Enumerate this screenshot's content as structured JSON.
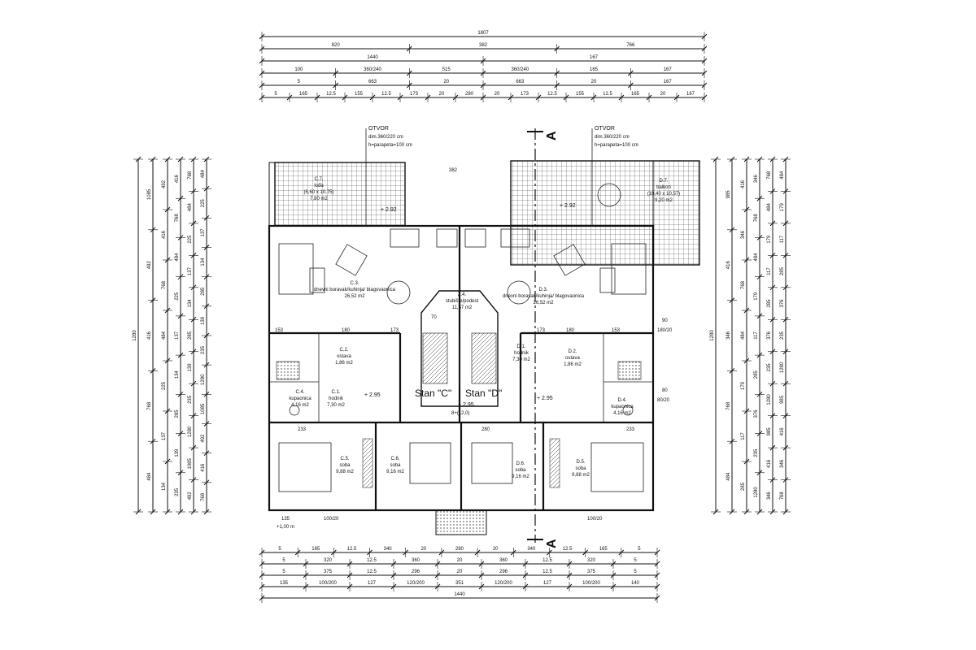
{
  "dimension_rows": {
    "top": [
      [
        "1807"
      ],
      [
        "820",
        "382",
        "766"
      ],
      [
        "1440",
        "167"
      ],
      [
        "100",
        "360/240",
        "515",
        "360/240",
        "165",
        "167"
      ],
      [
        "5",
        "663",
        "20",
        "663",
        "20",
        "167"
      ],
      [
        "5",
        "165",
        "12.5",
        "155",
        "12.5",
        "173",
        "20",
        "280",
        "20",
        "173",
        "12.5",
        "155",
        "12.5",
        "165",
        "20",
        "167"
      ]
    ],
    "bottom": [
      [
        "5",
        "165",
        "12.5",
        "340",
        "20",
        "280",
        "20",
        "340",
        "12.5",
        "165",
        "5"
      ],
      [
        "5",
        "320",
        "12.5",
        "360",
        "20",
        "360",
        "12.5",
        "320",
        "5"
      ],
      [
        "5",
        "375",
        "12.5",
        "296",
        "20",
        "296",
        "12.5",
        "375",
        "5"
      ],
      [
        "135",
        "100/200",
        "127",
        "120/200",
        "351",
        "120/200",
        "127",
        "100/200",
        "140"
      ],
      [
        "1440"
      ]
    ],
    "left": [
      "1280",
      "1085",
      "492",
      "416",
      "768",
      "484",
      "225",
      "137",
      "134",
      "285",
      "139",
      "235"
    ],
    "right": [
      "1280",
      "985",
      "416",
      "346",
      "768",
      "484",
      "179",
      "117",
      "285",
      "376",
      "235"
    ]
  },
  "openings": [
    {
      "title": "OTVOR",
      "dims": "dim.360/220 cm",
      "parapet": "h=parapeta=100 cm"
    },
    {
      "title": "OTVOR",
      "dims": "dim.360/220 cm",
      "parapet": "h=parapeta=100 cm"
    }
  ],
  "section_marker": "A",
  "apartments": [
    {
      "label": "Stan \"C\""
    },
    {
      "label": "Stan \"D\""
    }
  ],
  "rooms": [
    {
      "code": "C.7.",
      "name": "lođa",
      "area": "7,80 m2",
      "extra": "(6,60 x 10,75)"
    },
    {
      "code": "C.3.",
      "name": "dnevni boravak/kuhinja/ blagovaonica",
      "area": "26,52 m2"
    },
    {
      "code": "C.2.",
      "name": "ostava",
      "area": "1,86 m2"
    },
    {
      "code": "C.1.",
      "name": "hodnik",
      "area": "7,30 m2"
    },
    {
      "code": "C.4.",
      "name": "kupaonica",
      "area": "4,16 m2"
    },
    {
      "code": "C.5.",
      "name": "soba",
      "area": "9,88 m2"
    },
    {
      "code": "C.6.",
      "name": "soba",
      "area": "9,16 m2"
    },
    {
      "code": "Z.4.",
      "name": "stubište/podest",
      "area": "11,57 m2"
    },
    {
      "code": "D.7.",
      "name": "balkon",
      "area": "9,20 m2",
      "extra": "(10,40 x 10,57)"
    },
    {
      "code": "D.3.",
      "name": "dnevni boravak/kuhinja/ blagovaonica",
      "area": "26,52 m2"
    },
    {
      "code": "D.1.",
      "name": "hodnik",
      "area": "7,30 m2"
    },
    {
      "code": "D.2.",
      "name": "ostava",
      "area": "1,86 m2"
    },
    {
      "code": "D.4.",
      "name": "kupaonica",
      "area": "4,16 m2"
    },
    {
      "code": "D.5.",
      "name": "soba",
      "area": "9,88 m2"
    },
    {
      "code": "D.6.",
      "name": "soba",
      "area": "9,16 m2"
    }
  ],
  "levels": [
    "+ 2.92",
    "+ 2.92",
    "+ 2.95",
    "+ 2.95",
    "+ 2.95"
  ],
  "stair_label": "8+(12,0)",
  "inner_dims": [
    "382",
    "153",
    "180",
    "173",
    "153",
    "180",
    "173",
    "233",
    "233",
    "280",
    "135",
    "+1,00 m",
    "100/20",
    "100/20",
    "90",
    "180/20",
    "80",
    "80/20",
    "70"
  ]
}
